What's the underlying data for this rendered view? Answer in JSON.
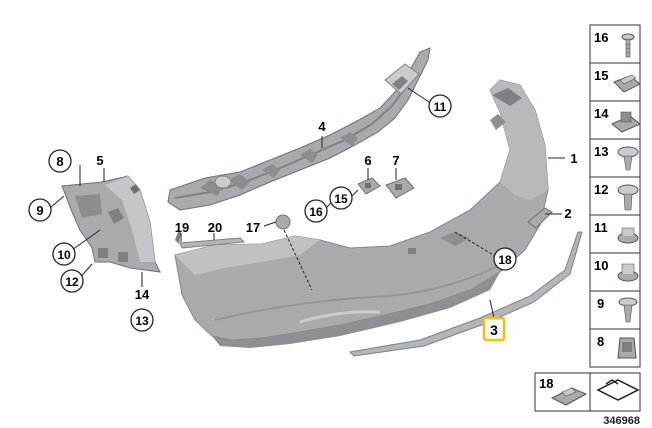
{
  "diagram": {
    "image_number": "346968",
    "highlighted_part": "3",
    "callouts": [
      {
        "id": "c1",
        "label": "1",
        "circled": false
      },
      {
        "id": "c2",
        "label": "2",
        "circled": false
      },
      {
        "id": "c3",
        "label": "3",
        "circled": false,
        "highlighted": true
      },
      {
        "id": "c4",
        "label": "4",
        "circled": false
      },
      {
        "id": "c5",
        "label": "5",
        "circled": false
      },
      {
        "id": "c6",
        "label": "6",
        "circled": false
      },
      {
        "id": "c7",
        "label": "7",
        "circled": false
      },
      {
        "id": "c8",
        "label": "8",
        "circled": true
      },
      {
        "id": "c9",
        "label": "9",
        "circled": true
      },
      {
        "id": "c10",
        "label": "10",
        "circled": true
      },
      {
        "id": "c11",
        "label": "11",
        "circled": true
      },
      {
        "id": "c12",
        "label": "12",
        "circled": true
      },
      {
        "id": "c13",
        "label": "13",
        "circled": true
      },
      {
        "id": "c14",
        "label": "14",
        "circled": false
      },
      {
        "id": "c15",
        "label": "15",
        "circled": true
      },
      {
        "id": "c16",
        "label": "16",
        "circled": true
      },
      {
        "id": "c17",
        "label": "17",
        "circled": false
      },
      {
        "id": "c18",
        "label": "18",
        "circled": true
      },
      {
        "id": "c19",
        "label": "19",
        "circled": false
      },
      {
        "id": "c20",
        "label": "20",
        "circled": false
      }
    ],
    "parts_panel": [
      {
        "label": "16",
        "icon": "screw-icon"
      },
      {
        "label": "15",
        "icon": "clip-nut-icon"
      },
      {
        "label": "14",
        "icon": "clip-nut-icon"
      },
      {
        "label": "13",
        "icon": "expanding-rivet-icon"
      },
      {
        "label": "12",
        "icon": "expanding-rivet-icon"
      },
      {
        "label": "11",
        "icon": "rivet-nut-icon"
      },
      {
        "label": "10",
        "icon": "rivet-nut-icon"
      },
      {
        "label": "9",
        "icon": "plug-rivet-icon"
      },
      {
        "label": "8",
        "icon": "clip-icon"
      }
    ],
    "bottom_panel": [
      {
        "label": "18",
        "icon": "bracket-clip-icon"
      },
      {
        "label": "",
        "icon": "page-reference-icon"
      }
    ],
    "colors": {
      "part_fill": "#a8aaad",
      "part_dark": "#7e8084",
      "part_light": "#c9cbce",
      "highlight": "#f2c200",
      "outline": "#222222"
    }
  }
}
